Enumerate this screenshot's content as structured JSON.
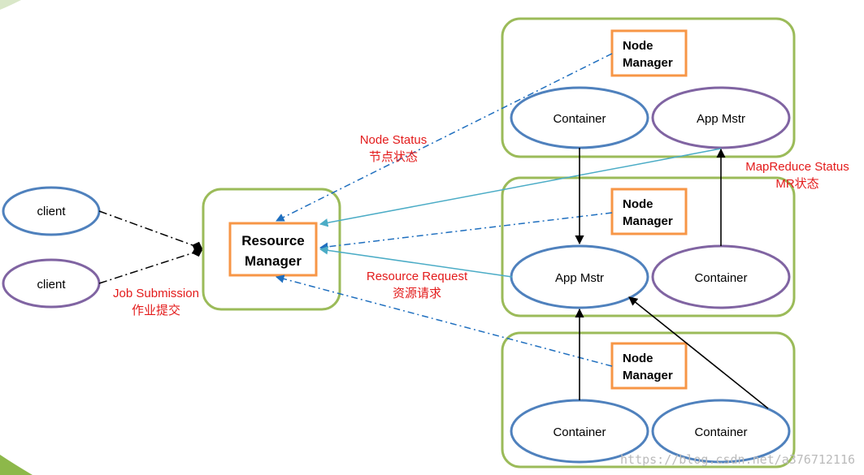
{
  "nodes": {
    "client_1": "client",
    "client_2": "client",
    "resource_manager_line1": "Resource",
    "resource_manager_line2": "Manager",
    "node_manager_line1": "Node",
    "node_manager_line2": "Manager",
    "container": "Container",
    "app_mstr": "App Mstr"
  },
  "labels": {
    "job_submission_en": "Job Submission",
    "job_submission_zh": "作业提交",
    "node_status_en": "Node Status",
    "node_status_zh": "节点状态",
    "resource_request_en": "Resource Request",
    "resource_request_zh": "资源请求",
    "mapreduce_status_en": "MapReduce Status",
    "mapreduce_status_zh": "MR状态"
  },
  "watermark": "https://blog.csdn.net/a376712116",
  "colors": {
    "group_border": "#9bbb59",
    "manager_border": "#f79646",
    "ellipse_blue": "#4f81bd",
    "ellipse_purple": "#8064a2",
    "cyan_arrow": "#4bacc6",
    "label_red": "#e31b1b"
  }
}
